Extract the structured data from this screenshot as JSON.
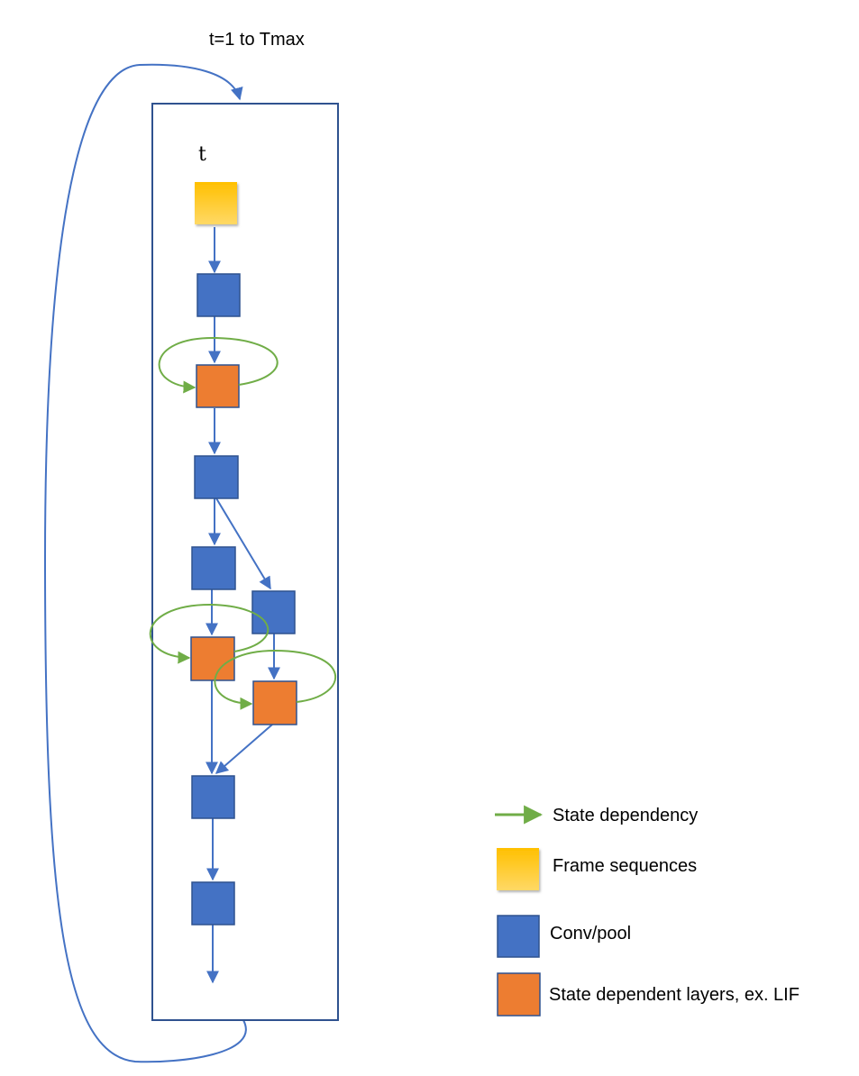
{
  "loop_label": "t=1 to Tmax",
  "timestep_label": "t",
  "legend": {
    "state_dependency": "State dependency",
    "frame_sequences": "Frame sequences",
    "conv_pool": "Conv/pool",
    "state_layers": "State dependent layers, ex. LIF"
  },
  "colors": {
    "blue_block": "#4472C4",
    "blue_border": "#2F528F",
    "orange_block": "#ED7D31",
    "frame_gradient_top": "#FFC000",
    "frame_gradient_bottom": "#FFD966",
    "green_arrow": "#70AD47",
    "arrow_blue": "#4472C4"
  },
  "icons": {
    "frame": "frame-sequence-block",
    "conv": "conv-pool-block",
    "lif": "state-layer-block",
    "state_arrow": "state-dependency-arrow"
  }
}
